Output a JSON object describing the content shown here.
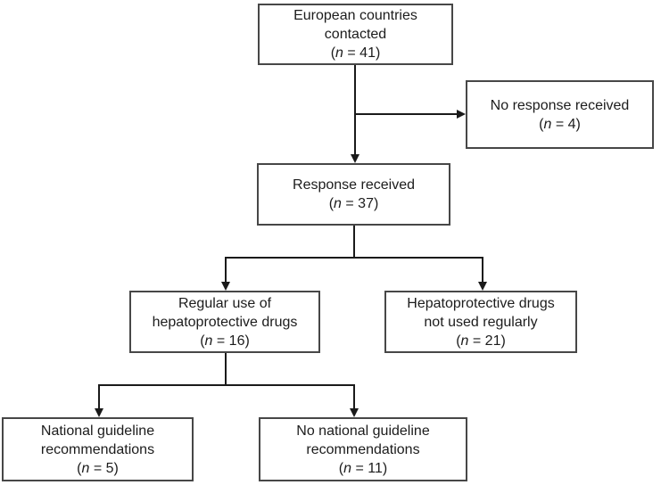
{
  "figure": {
    "type": "flowchart",
    "background_color": "#ffffff",
    "box_border_color": "#474747",
    "line_color": "#1a1a1a",
    "nodes": [
      {
        "id": "european-countries-contacted",
        "label": "European countries\ncontacted",
        "n_open": "(",
        "n_italic": "n",
        "n_rest": " = 41)"
      },
      {
        "id": "no-response-received",
        "label": "No response received",
        "n_open": "(",
        "n_italic": "n",
        "n_rest": " = 4)"
      },
      {
        "id": "response-received",
        "label": "Response received",
        "n_open": "(",
        "n_italic": "n",
        "n_rest": " = 37)"
      },
      {
        "id": "regular-use-of-hepatoprotective-drugs",
        "label": "Regular use of\nhepatoprotective drugs",
        "n_open": "(",
        "n_italic": "n",
        "n_rest": " = 16)"
      },
      {
        "id": "hepatoprotective-drugs-not-used-regularly",
        "label": "Hepatoprotective drugs\nnot used regularly",
        "n_open": "(",
        "n_italic": "n",
        "n_rest": " = 21)"
      },
      {
        "id": "national-guideline-recommendations",
        "label": "National guideline\nrecommendations",
        "n_open": "(",
        "n_italic": "n",
        "n_rest": " = 5)"
      },
      {
        "id": "no-national-guideline-recommendations",
        "label": "No national guideline\nrecommendations",
        "n_open": "(",
        "n_italic": "n",
        "n_rest": " = 11)"
      }
    ],
    "edges": [
      {
        "from": "european-countries-contacted",
        "to": "no-response-received"
      },
      {
        "from": "european-countries-contacted",
        "to": "response-received"
      },
      {
        "from": "response-received",
        "to": "regular-use-of-hepatoprotective-drugs"
      },
      {
        "from": "response-received",
        "to": "hepatoprotective-drugs-not-used-regularly"
      },
      {
        "from": "regular-use-of-hepatoprotective-drugs",
        "to": "national-guideline-recommendations"
      },
      {
        "from": "regular-use-of-hepatoprotective-drugs",
        "to": "no-national-guideline-recommendations"
      }
    ]
  }
}
